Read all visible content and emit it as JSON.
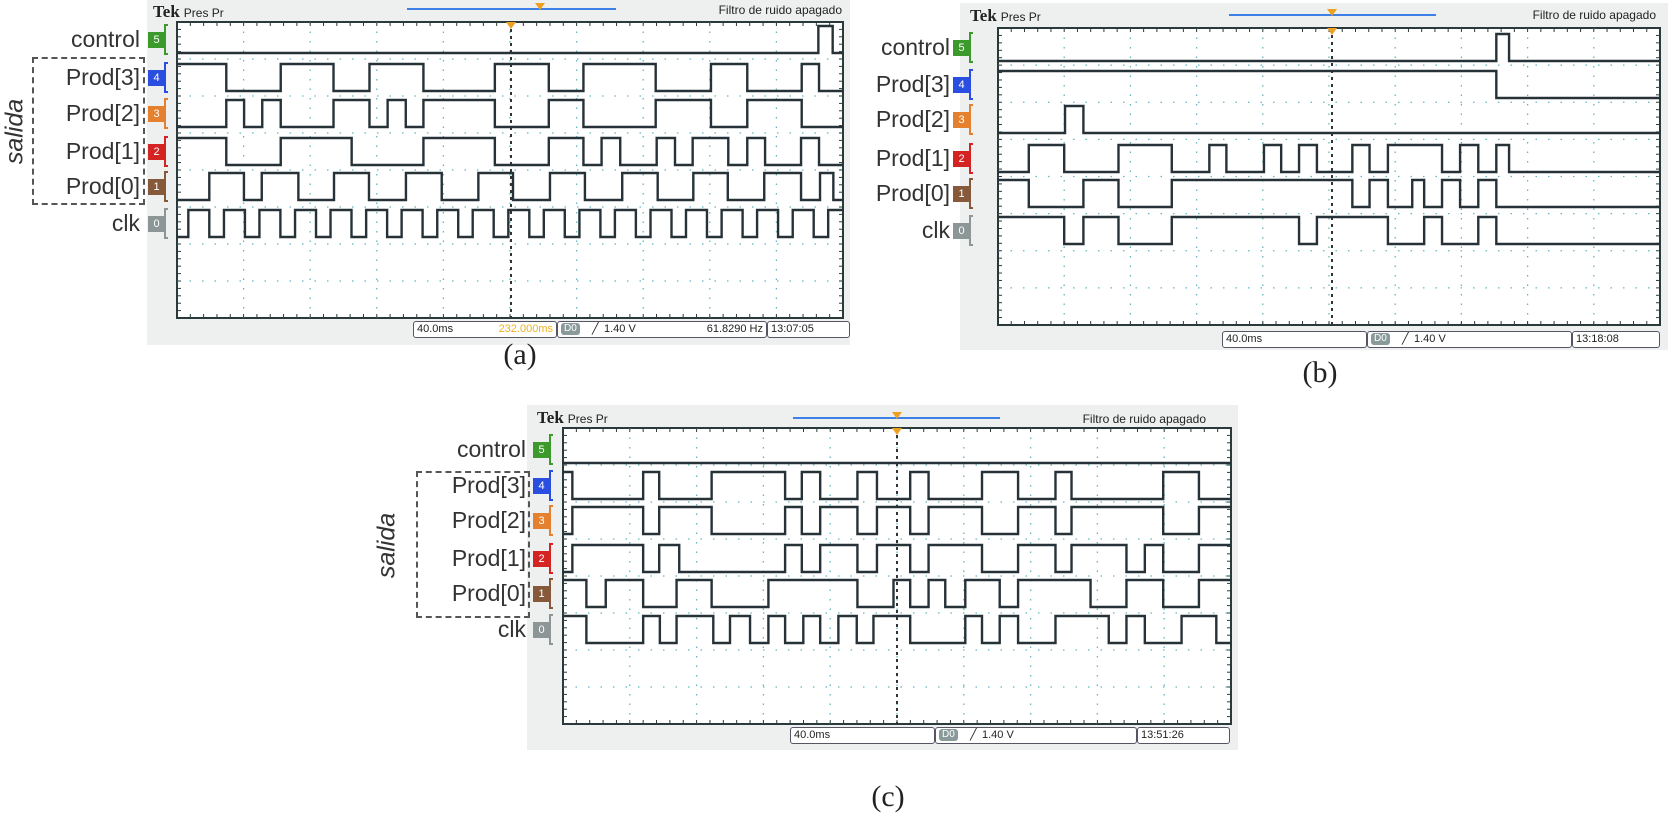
{
  "panels": [
    {
      "caption": "(a)",
      "header": {
        "brand": "Tek",
        "mode": "Pres Pr",
        "filter": "Filtro de ruido apagado"
      },
      "group_label": "salida",
      "time_per_div_ms": 40,
      "divisions": [
        10,
        8
      ],
      "channels": [
        {
          "label": "control",
          "number": "5",
          "color": "#3c9a2c",
          "initial": 0,
          "edges_ms": [
            385.2,
            393.8
          ]
        },
        {
          "label": "Prod[3]",
          "number": "4",
          "color": "#2a4ee0",
          "initial": 1,
          "edges_ms": [
            29.6,
            62.3,
            94.0,
            115.6,
            148.0,
            190.9,
            223.3,
            244.1,
            287.5,
            320.7,
            342.5,
            375.2,
            385.6
          ]
        },
        {
          "label": "Prod[2]",
          "number": "3",
          "color": "#e5812e",
          "initial": 0,
          "edges_ms": [
            29.6,
            40.3,
            51.2,
            62.3,
            94.0,
            115.6,
            126.5,
            137.4,
            148.0,
            190.9,
            223.3,
            244.1,
            287.5,
            320.7,
            342.5,
            375.2
          ]
        },
        {
          "label": "Prod[1]",
          "number": "2",
          "color": "#d42323",
          "initial": 1,
          "edges_ms": [
            29.6,
            62.3,
            104.9,
            148.0,
            190.9,
            223.3,
            244.1,
            255.0,
            266.2,
            288.1,
            299.1,
            309.7,
            331.1,
            342.5,
            353.2,
            374.8,
            385.6
          ]
        },
        {
          "label": "Prod[0]",
          "number": "1",
          "color": "#85593a",
          "initial": 0,
          "edges_ms": [
            19.4,
            40.2,
            50.9,
            72.9,
            94.3,
            115.3,
            137.5,
            159.0,
            181.0,
            201.8,
            224.0,
            245.0,
            267.4,
            288.7,
            310.1,
            330.8,
            352.7,
            374.8,
            386.2,
            394.2
          ]
        },
        {
          "label": "clk",
          "number": "0",
          "color": "#8c9696",
          "initial": 0,
          "edges_ms": [
            6.8,
            19.4,
            28.2,
            40.8,
            49.5,
            62.1,
            70.9,
            83.5,
            92.2,
            104.8,
            113.6,
            126.2,
            134.9,
            147.5,
            156.3,
            168.9,
            177.6,
            190.2,
            199.0,
            211.6,
            220.3,
            232.9,
            241.7,
            254.3,
            263.0,
            275.6,
            284.4,
            297.0,
            305.7,
            318.3,
            327.1,
            339.7,
            348.4,
            361.0,
            369.8,
            382.4,
            391.1
          ]
        }
      ],
      "footer": {
        "timebase": "40.0ms",
        "position": "232.000ms",
        "trigger_source": "D0",
        "trigger_level": "1.40 V",
        "frequency": "61.8290 Hz",
        "clock": "13:07:05"
      }
    },
    {
      "caption": "(b)",
      "header": {
        "brand": "Tek",
        "mode": "Pres Pr",
        "filter": "Filtro de ruido apagado"
      },
      "time_per_div_ms": 40,
      "divisions": [
        10,
        8
      ],
      "channels": [
        {
          "label": "control",
          "number": "5",
          "color": "#3c9a2c",
          "initial": 0,
          "edges_ms": [
            301.1,
            308.8
          ]
        },
        {
          "label": "Prod[3]",
          "number": "4",
          "color": "#2a4ee0",
          "initial": 1,
          "edges_ms": [
            301.1
          ]
        },
        {
          "label": "Prod[2]",
          "number": "3",
          "color": "#e5812e",
          "initial": 0,
          "edges_ms": [
            40.5,
            51.6
          ]
        },
        {
          "label": "Prod[1]",
          "number": "2",
          "color": "#d42323",
          "initial": 0,
          "edges_ms": [
            18.6,
            40.0,
            72.8,
            105.0,
            127.7,
            138.0,
            160.7,
            171.1,
            181.9,
            192.7,
            214.1,
            224.5,
            235.6,
            268.3,
            279.2,
            290.2,
            301.1,
            308.8
          ]
        },
        {
          "label": "Prod[0]",
          "number": "1",
          "color": "#85593a",
          "initial": 1,
          "edges_ms": [
            18.6,
            51.6,
            72.8,
            105.0,
            214.1,
            224.5,
            235.6,
            250.3,
            257.5,
            268.3,
            279.2,
            290.2,
            301.1
          ]
        },
        {
          "label": "clk",
          "number": "0",
          "color": "#8c9696",
          "initial": 1,
          "edges_ms": [
            40.0,
            51.6,
            72.8,
            105.0,
            181.9,
            192.7,
            235.6,
            257.5,
            268.3,
            290.2,
            301.1
          ]
        }
      ],
      "footer": {
        "timebase": "40.0ms",
        "trigger_source": "D0",
        "trigger_level": "1.40 V",
        "clock": "13:18:08"
      }
    },
    {
      "caption": "(c)",
      "header": {
        "brand": "Tek",
        "mode": "Pres Pr",
        "filter": "Filtro de ruido apagado"
      },
      "group_label": "salida",
      "time_per_div_ms": 40,
      "divisions": [
        10,
        8
      ],
      "channels": [
        {
          "label": "control",
          "number": "5",
          "color": "#3c9a2c",
          "initial": 0,
          "edges_ms": []
        },
        {
          "label": "Prod[3]",
          "number": "4",
          "color": "#2a4ee0",
          "initial": 1,
          "edges_ms": [
            5.6,
            48.0,
            57.6,
            89.0,
            133.0,
            143.0,
            154.0,
            176.3,
            188.0,
            207.9,
            218.9,
            250.9,
            272.5,
            294.9,
            304.5,
            359.4,
            380.8
          ]
        },
        {
          "label": "Prod[2]",
          "number": "3",
          "color": "#e5812e",
          "initial": 0,
          "edges_ms": [
            5.6,
            48.0,
            57.6,
            89.0,
            133.0,
            143.0,
            154.0,
            176.3,
            188.0,
            207.9,
            218.9,
            250.9,
            272.5,
            294.9,
            304.5,
            359.4,
            380.8
          ]
        },
        {
          "label": "Prod[1]",
          "number": "2",
          "color": "#d42323",
          "initial": 0,
          "edges_ms": [
            5.6,
            48.0,
            57.6,
            69.6,
            133.0,
            143.0,
            154.0,
            176.3,
            188.0,
            207.9,
            218.9,
            250.9,
            272.5,
            294.9,
            304.5,
            337.4,
            348.4,
            359.4,
            380.8
          ]
        },
        {
          "label": "Prod[0]",
          "number": "1",
          "color": "#85593a",
          "initial": 1,
          "edges_ms": [
            14.0,
            25.6,
            48.0,
            68.0,
            89.0,
            123.0,
            176.3,
            197.9,
            207.9,
            218.9,
            228.9,
            240.9,
            261.5,
            272.5,
            315.9,
            337.4,
            359.4,
            380.8
          ]
        },
        {
          "label": "clk",
          "number": "0",
          "color": "#8c9696",
          "initial": 1,
          "edges_ms": [
            14.0,
            48.0,
            58.0,
            68.0,
            90.0,
            100.0,
            112.0,
            123.0,
            133.0,
            143.9,
            154.0,
            164.9,
            175.9,
            185.9,
            207.9,
            240.9,
            250.9,
            261.5,
            272.5,
            294.9,
            326.8,
            337.4,
            348.4,
            370.4,
            391.2
          ]
        }
      ],
      "footer": {
        "timebase": "40.0ms",
        "trigger_source": "D0",
        "trigger_level": "1.40 V",
        "clock": "13:51:26"
      }
    }
  ],
  "colors": {
    "trace": "#263238",
    "grid": "#5fb8c0",
    "position_text": "#f0b020",
    "trigger_marker": "#f0a020",
    "record_bar": "#3f7fe8"
  }
}
